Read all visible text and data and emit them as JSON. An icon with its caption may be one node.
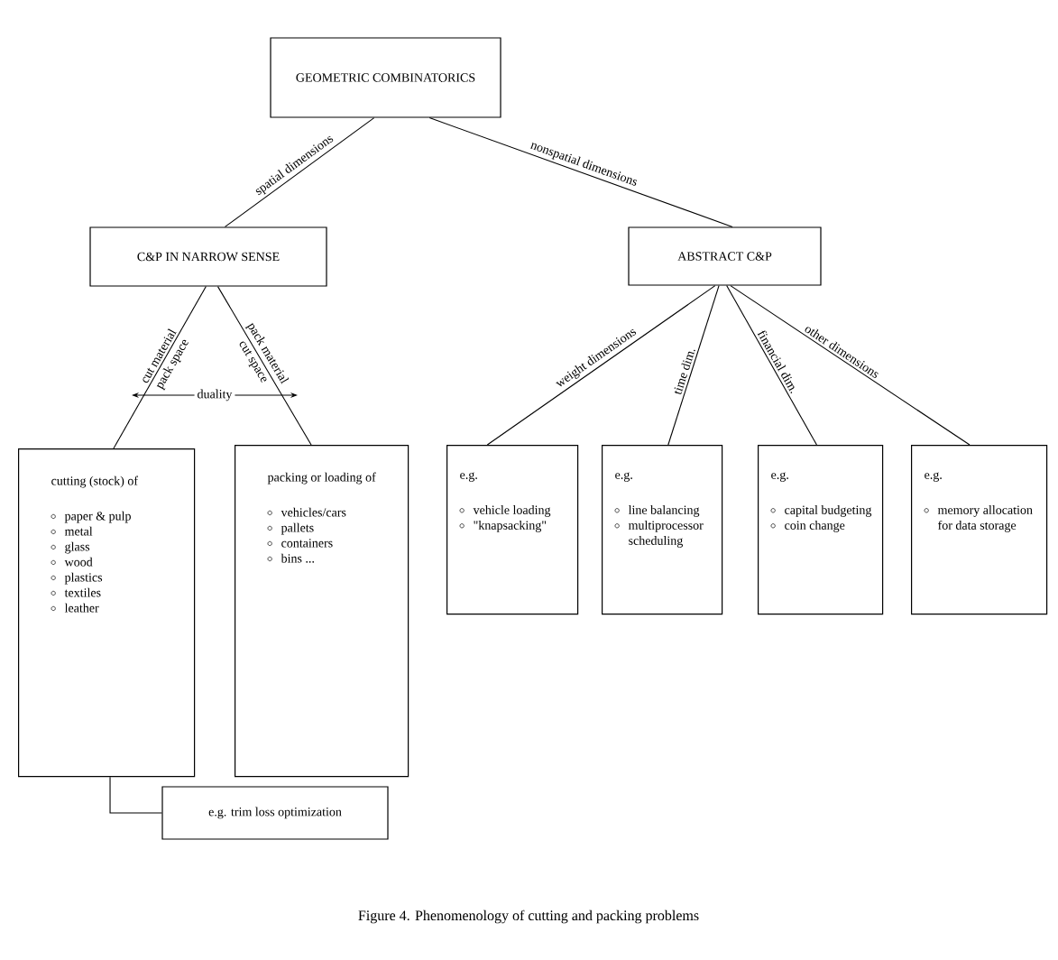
{
  "diagram": {
    "caption": "Figure 4. Phenomenology of cutting and packing problems",
    "nodes": [
      {
        "text": [
          "GEOMETRIC COMBINATORICS"
        ]
      },
      {
        "text": [
          "C&P IN NARROW SENSE"
        ]
      },
      {
        "text": [
          "ABSTRACT C&P"
        ]
      },
      {
        "text": [
          "cutting (stock) of",
          "paper & pulp",
          "metal",
          "glass",
          "wood",
          "plastics",
          "textiles",
          "leather"
        ]
      },
      {
        "text": [
          "packing or loading of",
          "vehicles/cars",
          "pallets",
          "containers",
          "bins ..."
        ]
      },
      {
        "text": [
          "e.g.",
          "vehicle loading",
          "\"knapsacking\""
        ]
      },
      {
        "text": [
          "e.g.",
          "line balancing",
          "multiprocessor scheduling"
        ]
      },
      {
        "text": [
          "e.g.",
          "capital budgeting",
          "coin change"
        ]
      },
      {
        "text": [
          "e.g.",
          "memory allocation for data storage"
        ]
      },
      {
        "text": [
          "e.g. trim loss optimization"
        ]
      }
    ],
    "edges": [
      {
        "from": 0,
        "to": 1,
        "arrow": "none",
        "label": "spatial dimensions"
      },
      {
        "from": 0,
        "to": 2,
        "arrow": "none",
        "label": "nonspatial dimensions"
      },
      {
        "from": 1,
        "to": 3,
        "arrow": "none",
        "label": "cut material"
      },
      {
        "from": 1,
        "to": 4,
        "arrow": "none",
        "label": "pack material"
      },
      {
        "from": 2,
        "to": 5,
        "arrow": "none",
        "label": "weight dimensions"
      },
      {
        "from": 2,
        "to": 6,
        "arrow": "none",
        "label": "time dim."
      },
      {
        "from": 2,
        "to": 7,
        "arrow": "none",
        "label": "financial dim."
      },
      {
        "from": 2,
        "to": 8,
        "arrow": "none",
        "label": "other dimensions"
      },
      {
        "from": 3,
        "to": 9,
        "arrow": "none"
      }
    ],
    "labels": [
      "pack space",
      "cut space",
      "duality"
    ]
  }
}
